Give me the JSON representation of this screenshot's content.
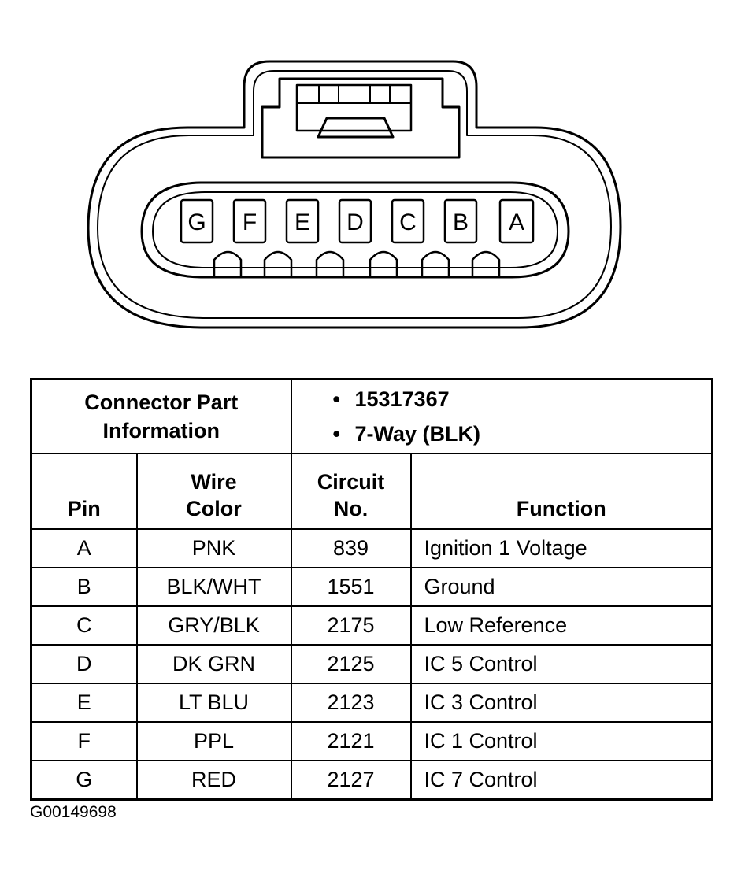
{
  "connector": {
    "pins_left_to_right": [
      "G",
      "F",
      "E",
      "D",
      "C",
      "B",
      "A"
    ]
  },
  "table": {
    "info_label_line1": "Connector Part",
    "info_label_line2": "Information",
    "info_values": [
      "15317367",
      "7-Way (BLK)"
    ],
    "headers": {
      "pin": "Pin",
      "wire_color_line1": "Wire",
      "wire_color_line2": "Color",
      "circuit_line1": "Circuit",
      "circuit_line2": "No.",
      "function": "Function"
    },
    "rows": [
      {
        "pin": "A",
        "wire_color": "PNK",
        "circuit": "839",
        "function": "Ignition 1 Voltage"
      },
      {
        "pin": "B",
        "wire_color": "BLK/WHT",
        "circuit": "1551",
        "function": "Ground"
      },
      {
        "pin": "C",
        "wire_color": "GRY/BLK",
        "circuit": "2175",
        "function": "Low Reference"
      },
      {
        "pin": "D",
        "wire_color": "DK GRN",
        "circuit": "2125",
        "function": "IC 5 Control"
      },
      {
        "pin": "E",
        "wire_color": "LT BLU",
        "circuit": "2123",
        "function": "IC 3 Control"
      },
      {
        "pin": "F",
        "wire_color": "PPL",
        "circuit": "2121",
        "function": "IC 1 Control"
      },
      {
        "pin": "G",
        "wire_color": "RED",
        "circuit": "2127",
        "function": "IC 7 Control"
      }
    ]
  },
  "figure_id": "G00149698"
}
